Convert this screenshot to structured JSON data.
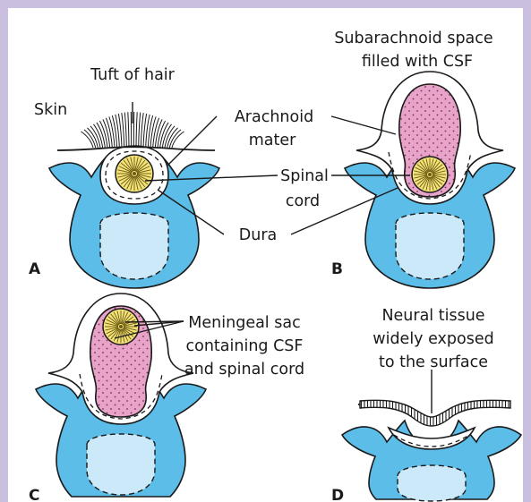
{
  "labels": {
    "skin": "Skin",
    "tuft_of_hair": "Tuft of hair",
    "arachnoid_line1": "Arachnoid",
    "arachnoid_line2": "mater",
    "spinal_line1": "Spinal",
    "spinal_line2": "cord",
    "dura": "Dura",
    "subarachnoid_line1": "Subarachnoid space",
    "subarachnoid_line2": "filled with CSF",
    "meningeal_line1": "Meningeal sac",
    "meningeal_line2": "containing CSF",
    "meningeal_line3": "and spinal cord",
    "neural_line1": "Neural tissue",
    "neural_line2": "widely exposed",
    "neural_line3": "to the surface"
  },
  "panels": [
    "A",
    "B",
    "C",
    "D"
  ],
  "colors": {
    "frame": "#cbbfdf",
    "vertebra": "#5cbde9",
    "vertebral_body": "#cbe9f8",
    "csf": "#e7a3c8",
    "spinal_cord": "#f3e27a"
  }
}
